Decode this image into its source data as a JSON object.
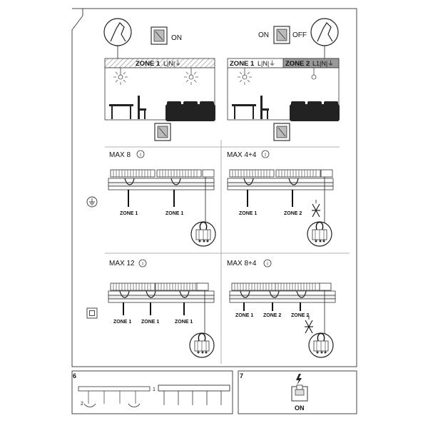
{
  "top": {
    "left_switch_label": "ON",
    "right_switch_on": "ON",
    "right_switch_off": "OFF",
    "room_left_label": "ZONE 1",
    "room_left_suffix": "L|N|⏚",
    "room_right_zone1": "ZONE 1",
    "room_right_zone1_suffix": "L|N|⏚",
    "room_right_zone2": "ZONE 2",
    "room_right_zone2_suffix": "L1|N|⏚"
  },
  "panels": {
    "p1": {
      "title": "MAX 8",
      "zone_a": "ZONE 1",
      "zone_b": "ZONE 1"
    },
    "p2": {
      "title": "MAX 4+4",
      "zone_a": "ZONE 1",
      "zone_b": "ZONE 2"
    },
    "p3": {
      "title": "MAX 12",
      "zone_a": "ZONE 1",
      "zone_b": "ZONE 1",
      "zone_c": "ZONE 1"
    },
    "p4": {
      "title": "MAX 8+4",
      "zone_a": "ZONE 1",
      "zone_b": "ZONE 2",
      "zone_c": "ZONE 2"
    }
  },
  "steps": {
    "step6": "6",
    "step7": "7",
    "step7_on": "ON",
    "step6_marks": [
      "2",
      "1"
    ]
  }
}
